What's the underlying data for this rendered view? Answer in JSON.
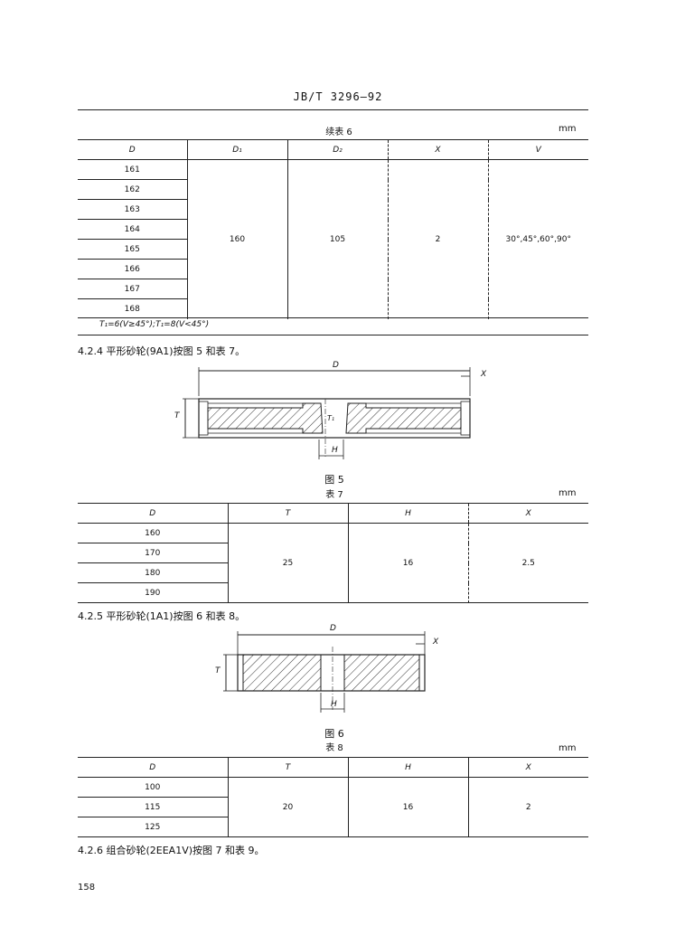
{
  "header": {
    "standard": "JB/T 3296—92"
  },
  "table6": {
    "caption": "续表 6",
    "unit": "mm",
    "columns": [
      "D",
      "D₁",
      "D₂",
      "X",
      "V"
    ],
    "d_values": [
      "161",
      "162",
      "163",
      "164",
      "165",
      "166",
      "167",
      "168"
    ],
    "d1": "160",
    "d2": "105",
    "x": "2",
    "v": "30°,45°,60°,90°",
    "note": "T₁=6(V≥45°);T₁=8(V<45°)"
  },
  "section_424": {
    "text": "4.2.4  平形砂轮(9A1)按图 5 和表 7。"
  },
  "figure5": {
    "caption": "图 5",
    "labels": {
      "d": "D",
      "x": "X",
      "t": "T",
      "t1": "T₁",
      "h": "H"
    }
  },
  "table7": {
    "caption": "表 7",
    "unit": "mm",
    "columns": [
      "D",
      "T",
      "H",
      "X"
    ],
    "d_values": [
      "160",
      "170",
      "180",
      "190"
    ],
    "t": "25",
    "h": "16",
    "x": "2.5"
  },
  "section_425": {
    "text": "4.2.5  平形砂轮(1A1)按图 6 和表 8。"
  },
  "figure6": {
    "caption": "图 6",
    "labels": {
      "d": "D",
      "x": "X",
      "t": "T",
      "h": "H"
    }
  },
  "table8": {
    "caption": "表 8",
    "unit": "mm",
    "columns": [
      "D",
      "T",
      "H",
      "X"
    ],
    "d_values": [
      "100",
      "115",
      "125"
    ],
    "t": "20",
    "h": "16",
    "x": "2"
  },
  "section_426": {
    "text": "4.2.6  组合砂轮(2EEA1V)按图 7 和表 9。"
  },
  "page_number": "158"
}
